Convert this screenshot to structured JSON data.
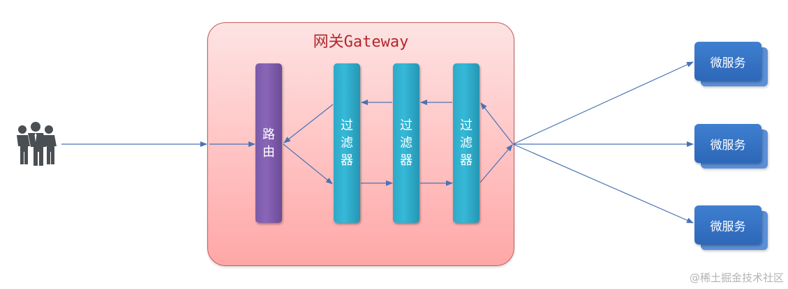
{
  "gateway": {
    "title": "网关Gateway",
    "colors": {
      "fill_top": "#fde3e3",
      "fill_bottom": "#ffa7a7",
      "border": "#c85a5a",
      "title": "#b3262a"
    }
  },
  "client": {
    "icon": "users-group-icon",
    "color": "#4a4f54"
  },
  "router": {
    "label_chars": [
      "路",
      "由"
    ],
    "color": "#7a5aa8"
  },
  "filters": [
    {
      "label_chars": [
        "过",
        "滤",
        "器"
      ]
    },
    {
      "label_chars": [
        "过",
        "滤",
        "器"
      ]
    },
    {
      "label_chars": [
        "过",
        "滤",
        "器"
      ]
    }
  ],
  "filter_color": "#2fa9c7",
  "microservices": [
    {
      "label": "微服务"
    },
    {
      "label": "微服务"
    },
    {
      "label": "微服务"
    }
  ],
  "microservice_color": "#3a78c9",
  "arrow_color": "#4a72b5",
  "watermark": "@稀土掘金技术社区"
}
